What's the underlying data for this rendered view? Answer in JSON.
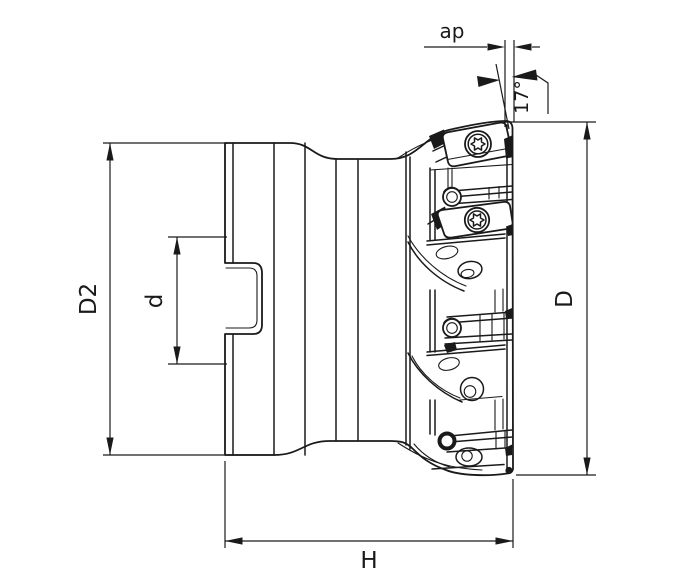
{
  "drawing": {
    "name": "face-milling-cutter-side-view",
    "kind": "engineering line drawing",
    "colors": {
      "line": "#1a1a1a",
      "background": "#ffffff"
    },
    "labels": {
      "depth_of_cut": "ap",
      "lead_angle": "17°",
      "back_diameter": "D2",
      "bore_diameter": "d",
      "cutting_diameter": "D",
      "height": "H"
    }
  }
}
